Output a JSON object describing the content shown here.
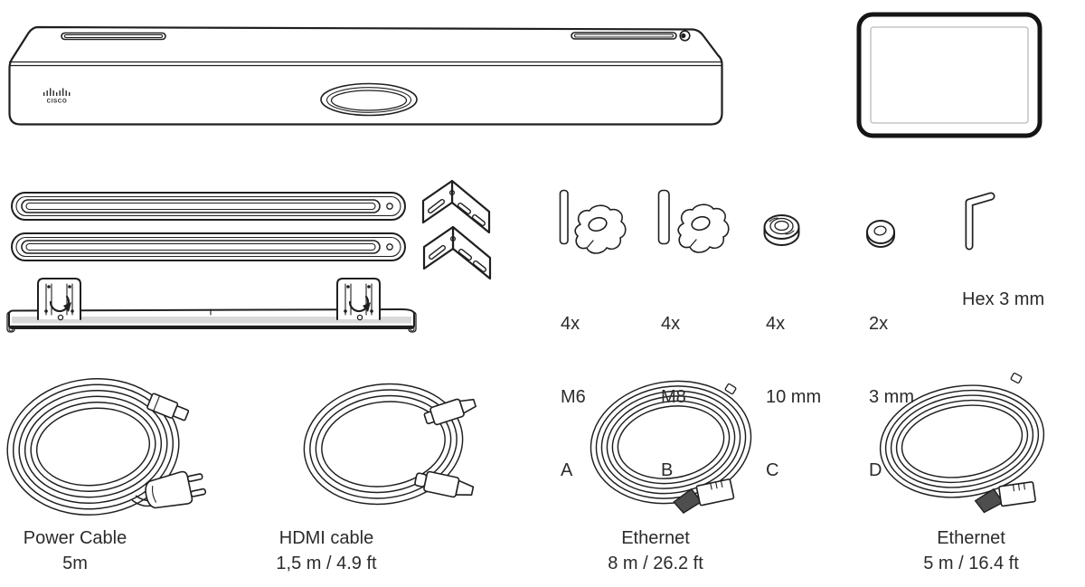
{
  "canvas": {
    "background": "#ffffff",
    "line_color": "#1f1f1f",
    "text_color": "#2b2b2b",
    "screen_outline_color": "#c6c6c6"
  },
  "devices": {
    "room_bar": {
      "logo_text": "CISCO"
    },
    "touch_controller": {}
  },
  "mounting": {
    "fasteners": [
      {
        "qty": "4x",
        "size": "M6",
        "letter": "A"
      },
      {
        "qty": "4x",
        "size": "M8",
        "letter": "B"
      },
      {
        "qty": "4x",
        "size": "10 mm",
        "letter": "C"
      },
      {
        "qty": "2x",
        "size": "3 mm",
        "letter": "D"
      }
    ],
    "tool_label": "Hex 3 mm"
  },
  "cables": [
    {
      "name": "Power Cable",
      "length": "5m"
    },
    {
      "name": "HDMI cable",
      "length": "1,5 m / 4.9 ft"
    },
    {
      "name": "Ethernet",
      "length": "8 m / 26.2 ft"
    },
    {
      "name": "Ethernet",
      "length": "5 m / 16.4 ft"
    }
  ]
}
